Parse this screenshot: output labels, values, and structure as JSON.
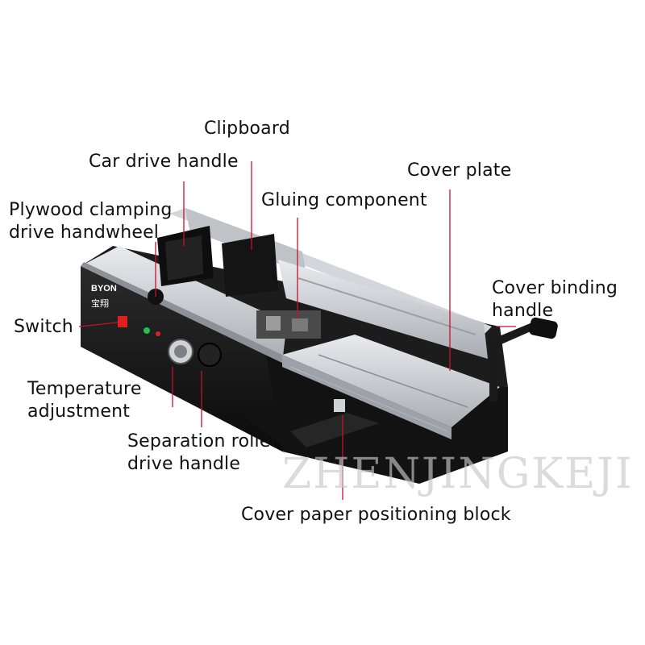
{
  "labels": {
    "clipboard": "Clipboard",
    "car_drive_handle": "Car drive handle",
    "cover_plate": "Cover plate",
    "gluing_component": "Gluing component",
    "plywood_clamping": "Plywood clamping\ndrive handwheel",
    "cover_binding_handle": "Cover binding\nhandle",
    "switch": "Switch",
    "temperature_adjustment": "Temperature\nadjustment",
    "separation_roller": "Separation roller\ndrive handle",
    "cover_paper_positioning_block": "Cover paper positioning block"
  },
  "brand": {
    "name": "BYON",
    "name_cn": "宝翔"
  },
  "watermark": "ZHENJINGKEJI",
  "colors": {
    "leader_line": "#c8102e",
    "machine_body": "#141414",
    "aluminium": "#c9ccd0",
    "indicator_green": "#1fc24a",
    "indicator_red": "#e02020"
  }
}
